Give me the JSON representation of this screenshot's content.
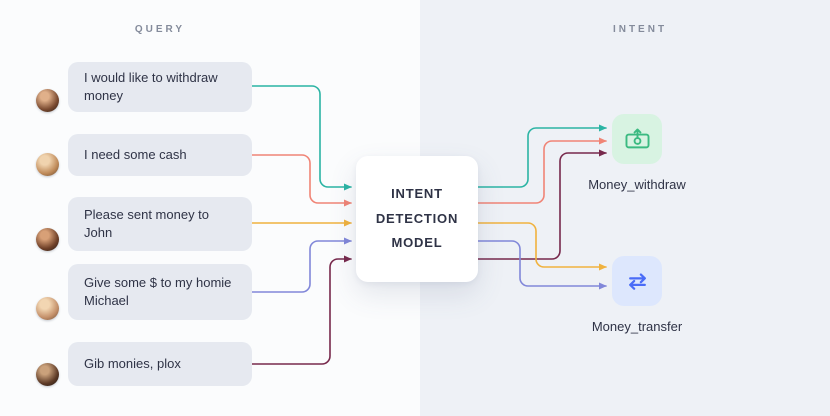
{
  "columns": {
    "query_label": "QUERY",
    "intent_label": "INTENT"
  },
  "queries": [
    {
      "text": "I would like to withdraw money",
      "color": "#2bb4a4",
      "intent": "Money_withdraw"
    },
    {
      "text": "I need some cash",
      "color": "#f08476",
      "intent": "Money_withdraw"
    },
    {
      "text": "Please sent money to John",
      "color": "#f0b23e",
      "intent": "Money_transfer"
    },
    {
      "text": "Give some $ to my homie Michael",
      "color": "#8187d9",
      "intent": "Money_transfer"
    },
    {
      "text": "Gib monies, plox",
      "color": "#77294c",
      "intent": "Money_withdraw"
    }
  ],
  "model": {
    "label": "INTENT DETECTION MODEL"
  },
  "intents": [
    {
      "name": "Money_withdraw",
      "icon": "money-withdraw-icon",
      "icon_bg": "#d8f3e2",
      "icon_color": "#3bba81"
    },
    {
      "name": "Money_transfer",
      "icon": "money-transfer-icon",
      "icon_bg": "#dde7fd",
      "icon_color": "#4a6cf7"
    }
  ]
}
